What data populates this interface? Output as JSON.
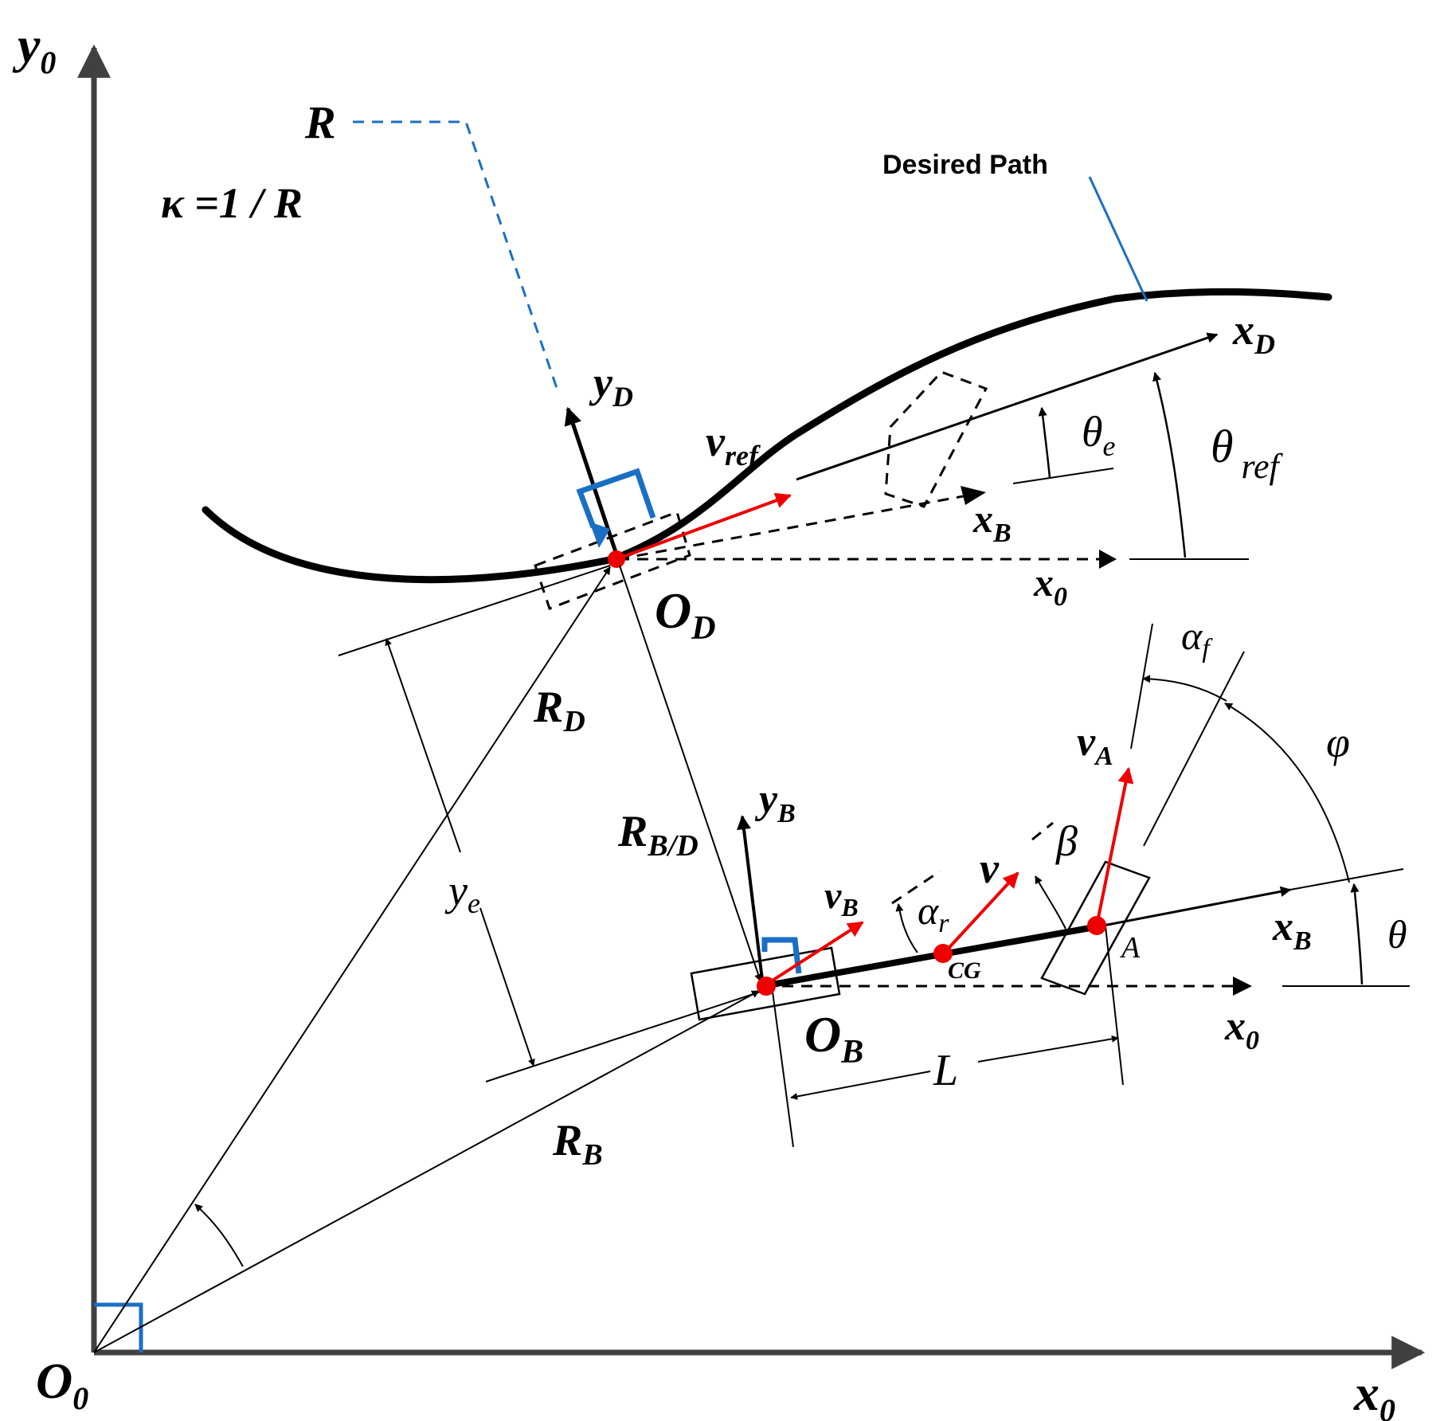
{
  "labels": {
    "y0_axis": "y",
    "y0_axis_sub": "0",
    "x0_axis": "x",
    "x0_axis_sub": "0",
    "origin": "O",
    "origin_sub": "0",
    "R": "R",
    "kappa": "κ =1 / R",
    "desired_path": "Desired Path",
    "xD": "x",
    "xD_sub": "D",
    "yD": "y",
    "yD_sub": "D",
    "vref": "v",
    "vref_sub": "ref",
    "theta_e": "θ",
    "theta_e_sub": "e",
    "theta_ref": "θ",
    "theta_ref_sub": "ref",
    "xB_upper": "x",
    "xB_upper_sub": "B",
    "x0_upper": "x",
    "x0_upper_sub": "0",
    "OD": "O",
    "OD_sub": "D",
    "RD": "R",
    "RD_sub": "D",
    "RBD": "R",
    "RBD_sub": "B/D",
    "ye": "y",
    "ye_sub": "e",
    "yB": "y",
    "yB_sub": "B",
    "vB": "v",
    "vB_sub": "B",
    "alpha_r": "α",
    "alpha_r_sub": "r",
    "v": "v",
    "beta": "β",
    "CG": "CG",
    "A": "A",
    "vA": "v",
    "vA_sub": "A",
    "alpha_f": "α",
    "alpha_f_sub": "f",
    "phi": "φ",
    "xB_lower": "x",
    "xB_lower_sub": "B",
    "theta": "θ",
    "x0_lower": "x",
    "x0_lower_sub": "0",
    "OB": "O",
    "OB_sub": "B",
    "L": "L",
    "RB": "R",
    "RB_sub": "B"
  },
  "colors": {
    "axis": "#404040",
    "velocity": "#ee0000",
    "path_callout": "#1a6fc4",
    "right_angle_marker": "#1a6fc4",
    "lines": "#000000"
  }
}
